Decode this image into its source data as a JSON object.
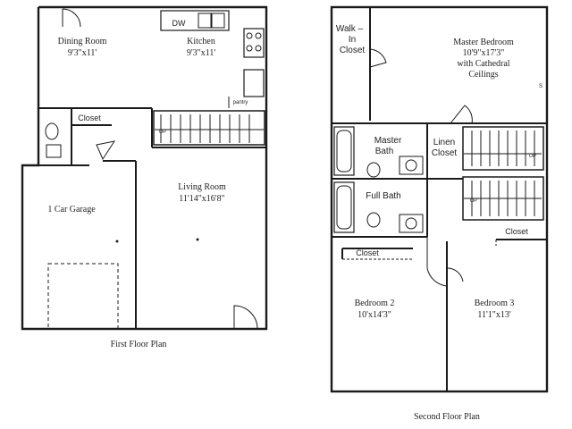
{
  "first_floor": {
    "caption": "First Floor Plan",
    "rooms": {
      "dining_name": "Dining Room",
      "dining_size": "9'3\"x11'",
      "kitchen_name": "Kitchen",
      "kitchen_size": "9'3\"x11'",
      "living_name": "Living Room",
      "living_size": "11'14\"x16'8\"",
      "garage_name": "1 Car Garage",
      "closet": "Closet",
      "pantry": "pantry",
      "dw": "DW",
      "stair_up": "UP"
    }
  },
  "second_floor": {
    "caption": "Second Floor Plan",
    "rooms": {
      "walkin_l1": "Walk –",
      "walkin_l2": "In",
      "walkin_l3": "Closet",
      "master_l1": "Master Bedroom",
      "master_l2": "10'9\"x17'3\"",
      "master_l3": "with Cathedral",
      "master_l4": "Ceilings",
      "master_bath_l1": "Master",
      "master_bath_l2": "Bath",
      "linen_l1": "Linen",
      "linen_l2": "Closet",
      "full_bath": "Full Bath",
      "closet_right": "Closet",
      "closet_left": "Closet",
      "bed2_name": "Bedroom 2",
      "bed2_size": "10'x14'3\"",
      "bed3_name": "Bedroom 3",
      "bed3_size": "11'1\"x13'",
      "stair_up": "UP",
      "edge_mark": "S"
    }
  }
}
